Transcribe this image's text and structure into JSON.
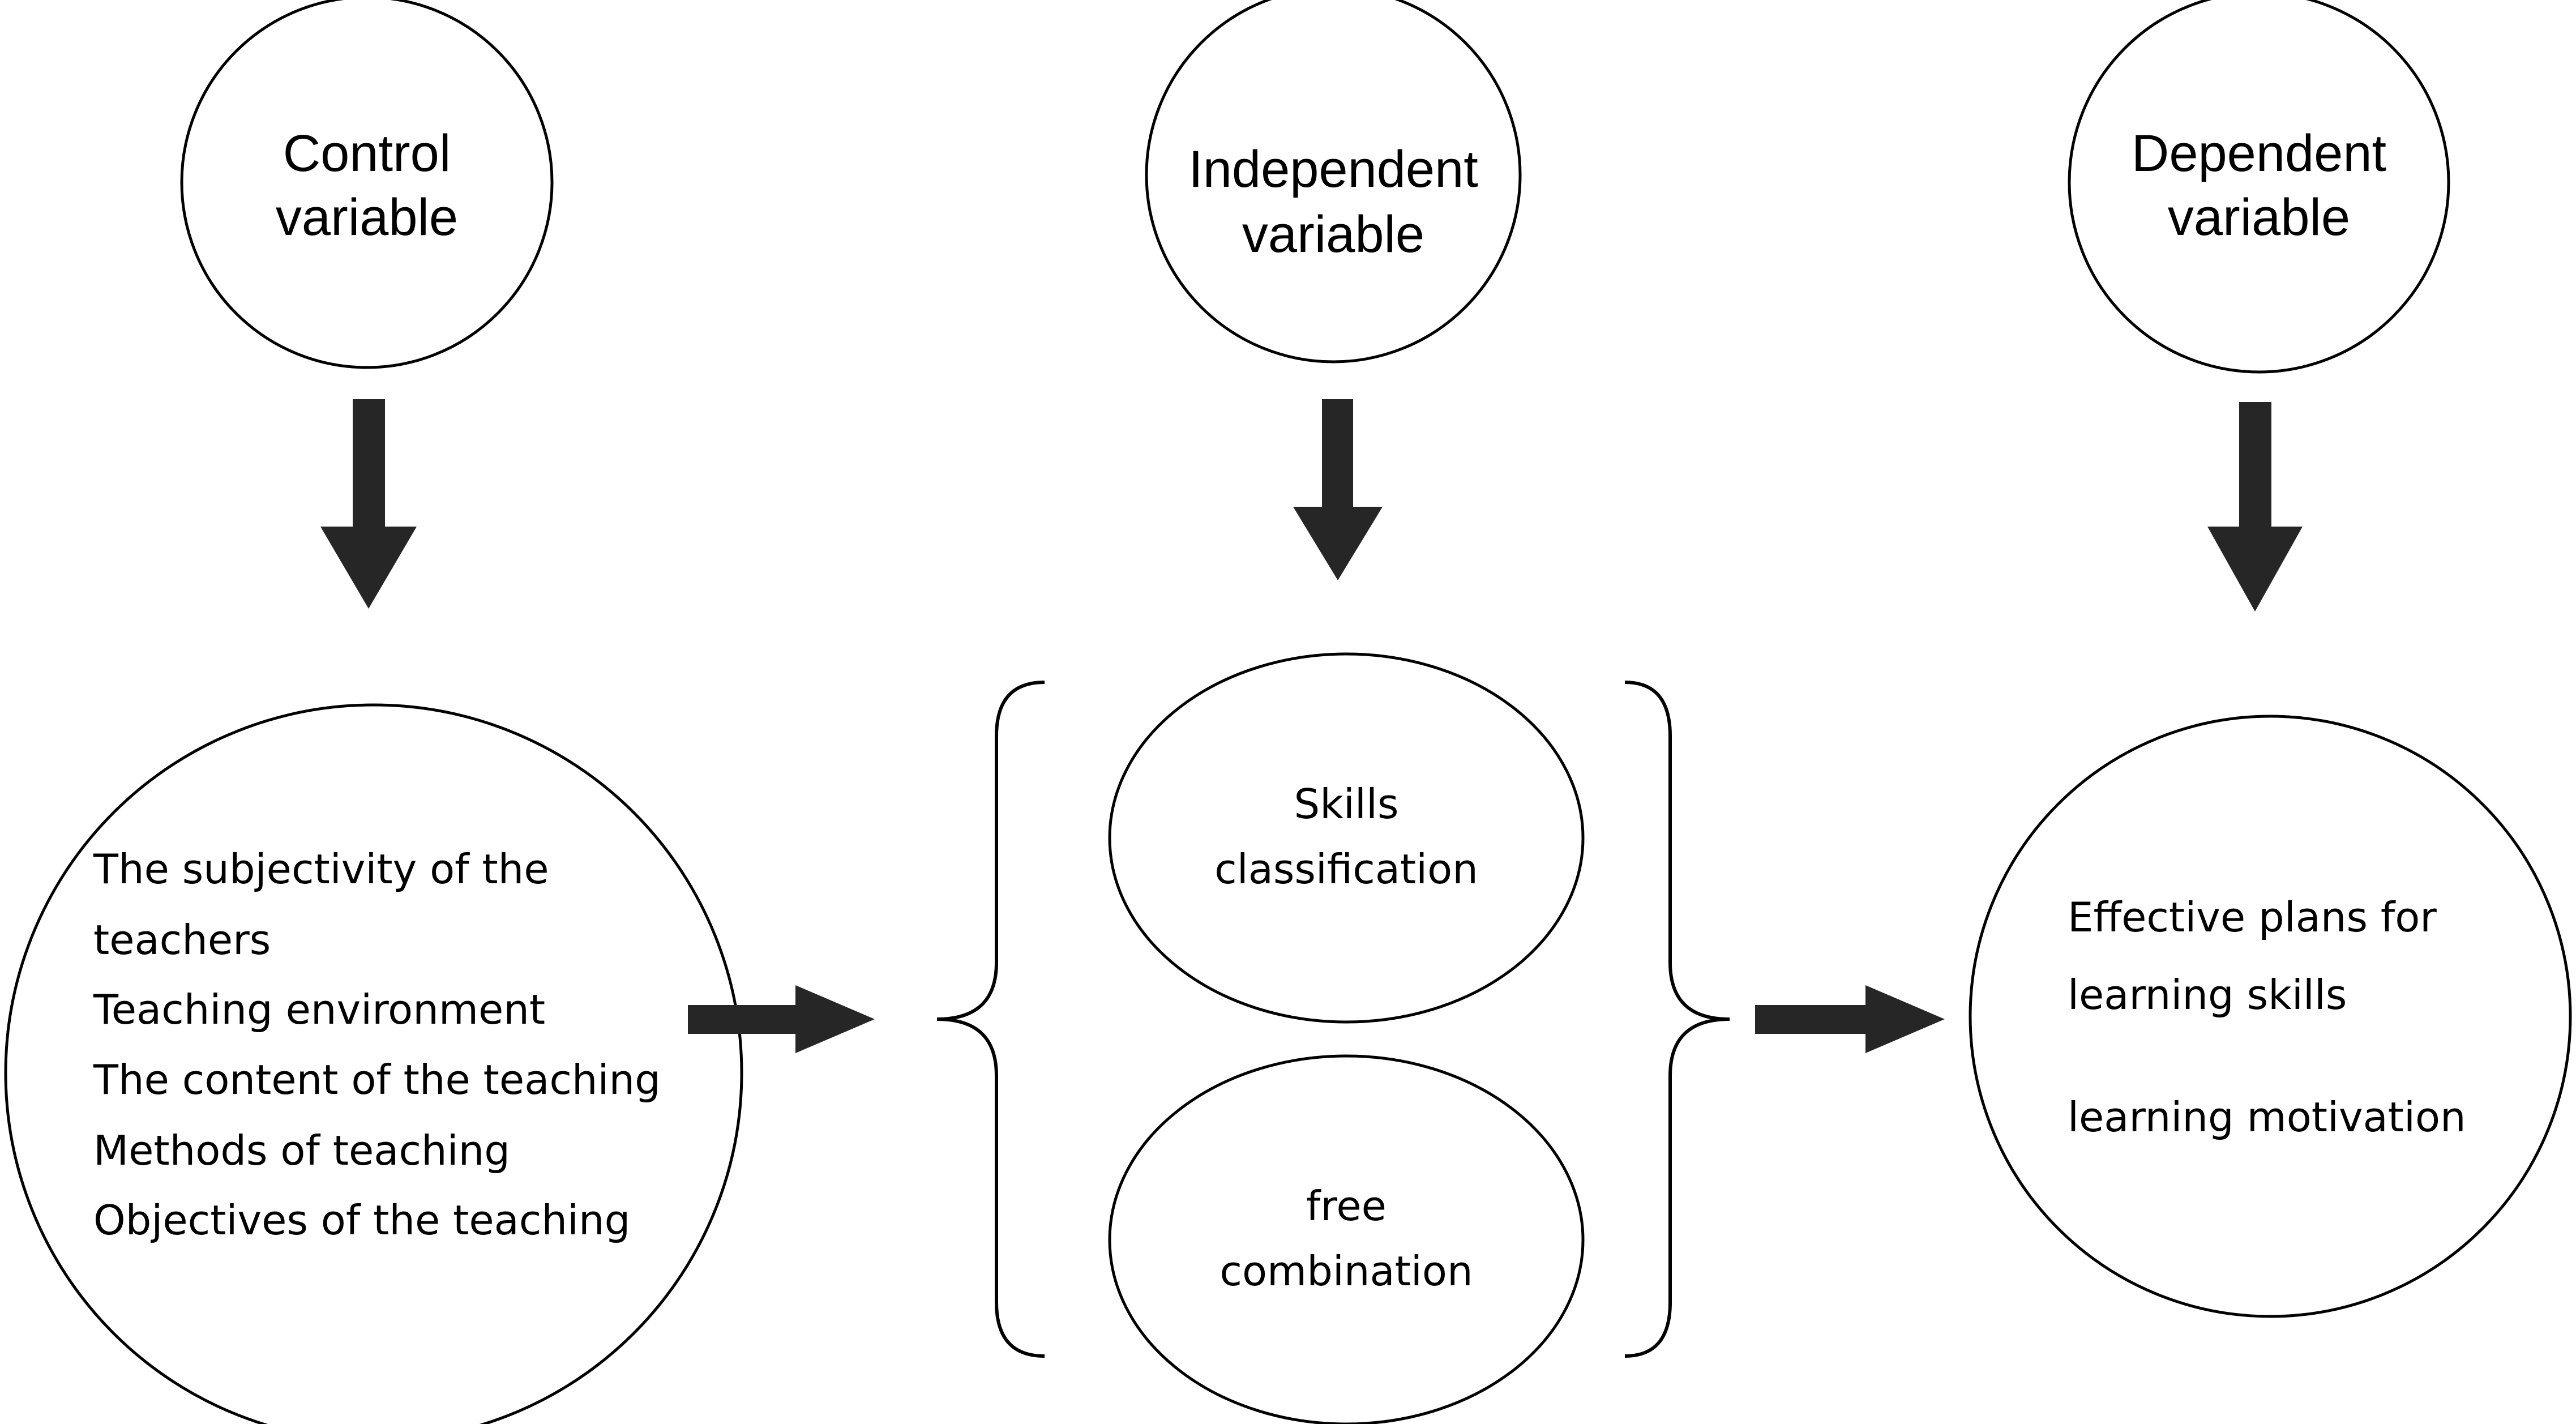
{
  "diagram": {
    "control_variable": {
      "label_line1": "Control",
      "label_line2": "variable",
      "items": [
        "The subjectivity of the",
        "teachers",
        "Teaching environment",
        "The content of the teaching",
        "Methods of teaching",
        "Objectives of the teaching"
      ]
    },
    "independent_variable": {
      "label_line1": "Independent",
      "label_line2": "variable",
      "option1_line1": "Skills",
      "option1_line2": "classification",
      "option2_line1": "free",
      "option2_line2": "combination"
    },
    "dependent_variable": {
      "label_line1": "Dependent",
      "label_line2": "variable",
      "item1_line1": "Effective plans for",
      "item1_line2": "learning skills",
      "item2": "learning motivation"
    },
    "colors": {
      "stroke": "#000000",
      "arrow": "#262626",
      "background": "#ffffff"
    }
  }
}
